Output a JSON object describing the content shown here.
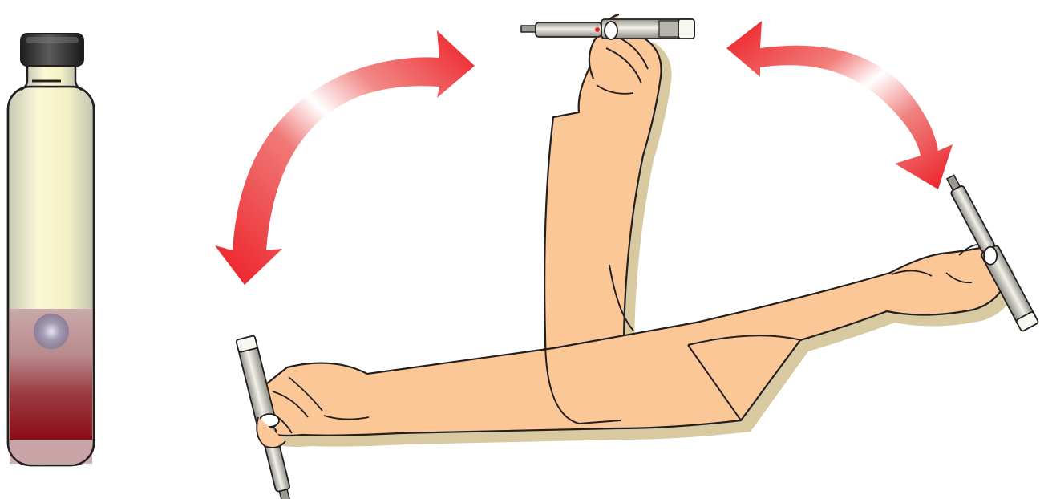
{
  "figure": {
    "subject": "insulin-pen-mixing-illustration",
    "colors": {
      "arrow": "#e8262a",
      "arrow_highlight": "#ffffff",
      "skin": "#fcc797",
      "skin_shadow": "#d9c9a0",
      "outline": "#231f20",
      "vial_glass": "#f6f3c8",
      "vial_cap": "#3a3a3a",
      "liquid_top": "#c9a7a9",
      "liquid_dark": "#8e0f1a",
      "liquid_bottom": "#c8a3a6",
      "pen_body": "#d8d8d0",
      "pen_dark": "#9a9a92"
    },
    "elements": {
      "vial": "cartridge-vial",
      "arrows": [
        "arrow-left",
        "arrow-right"
      ],
      "pens": [
        "pen-top",
        "pen-right",
        "pen-left"
      ],
      "arms": [
        "arm-vertical",
        "arm-horizontal"
      ]
    },
    "motion": "tilt-up-and-down"
  }
}
